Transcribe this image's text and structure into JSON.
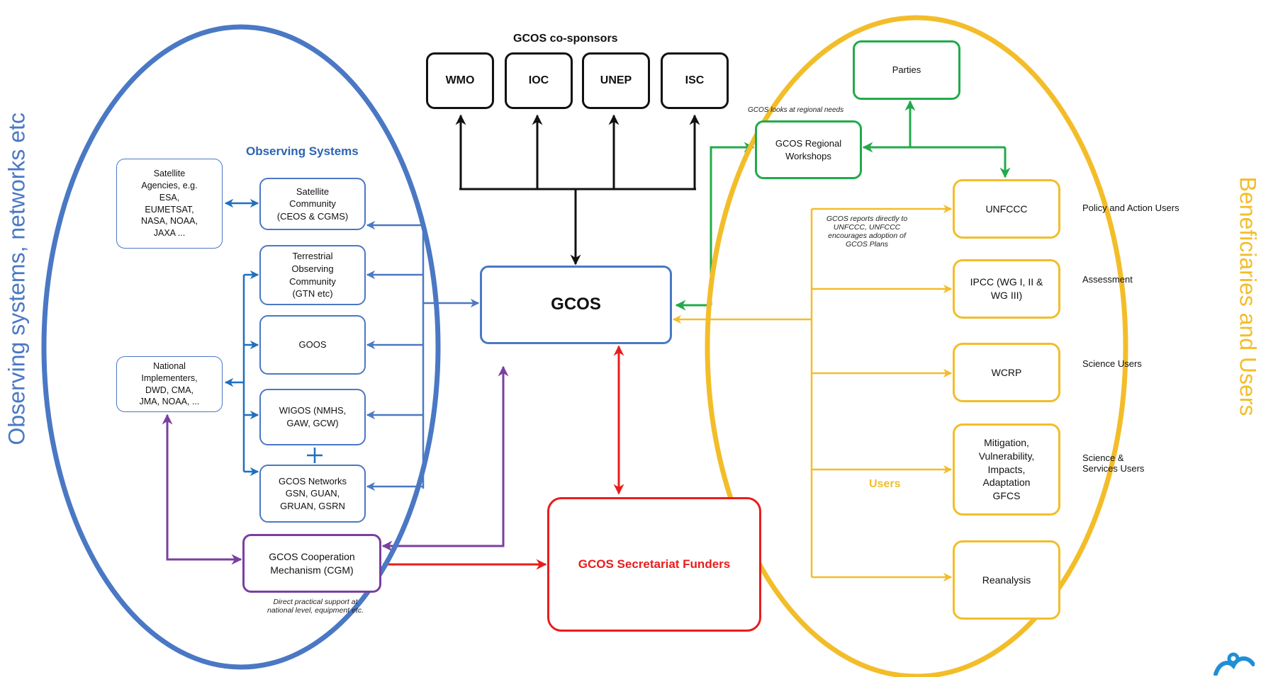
{
  "diagram": {
    "left_side_label": "Observing systems, networks etc",
    "right_side_label": "Beneficiaries and Users",
    "cosponsors_title": "GCOS co-sponsors",
    "cosponsors": [
      "WMO",
      "IOC",
      "UNEP",
      "ISC"
    ],
    "center": "GCOS",
    "secretariat": "GCOS Secretariat Funders",
    "observing_systems_title": "Observing Systems",
    "satellite_agencies": "Satellite\nAgencies, e.g.\nESA,\nEUMETSAT,\nNASA, NOAA,\nJAXA ...",
    "national_implementers": "National\nImplementers,\nDWD, CMA,\nJMA, NOAA, ...",
    "obs_boxes": {
      "satellite": "Satellite\nCommunity\n(CEOS & CGMS)",
      "terrestrial": "Terrestrial\nObserving\nCommunity\n(GTN etc)",
      "goos": "GOOS",
      "wigos": "WIGOS (NMHS,\nGAW, GCW)",
      "networks": "GCOS Networks\nGSN, GUAN,\nGRUAN, GSRN"
    },
    "cgm": "GCOS Cooperation\nMechanism (CGM)",
    "cgm_note": "Direct practical support at\nnational level, equipment etc.",
    "parties": "Parties",
    "regional_note": "GCOS looks at regional needs",
    "regional_workshops": "GCOS Regional\nWorkshops",
    "unfccc_note": "GCOS reports directly to\nUNFCCC, UNFCCC\nencourages adoption of\nGCOS Plans",
    "users_label": "Users",
    "users": [
      {
        "box": "UNFCCC",
        "role": "Policy and Action Users"
      },
      {
        "box": "IPCC (WG I, II &\nWG III)",
        "role": "Assessment"
      },
      {
        "box": "WCRP",
        "role": "Science Users"
      },
      {
        "box": "Mitigation,\nVulnerability,\nImpacts,\nAdaptation\nGFCS",
        "role": "Science &\nServices Users"
      },
      {
        "box": "Reanalysis",
        "role": ""
      }
    ]
  },
  "colors": {
    "blue": "#4a78c4",
    "green": "#22aa4a",
    "yellow": "#f3bd2a",
    "red": "#e81d1d",
    "purple": "#7a3fa0",
    "black": "#111111"
  }
}
